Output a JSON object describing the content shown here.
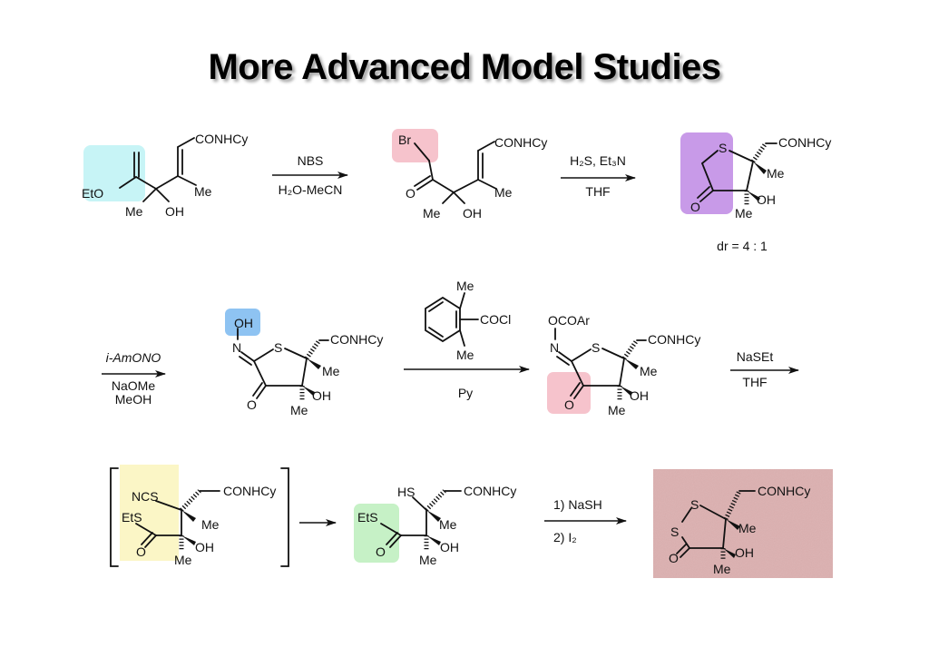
{
  "title": "More Advanced Model Studies",
  "colors": {
    "cyan_highlight": "#c7f4f6",
    "pink_highlight": "#f6c3cc",
    "purple_highlight": "#c89ae8",
    "blue_highlight": "#8ec3f2",
    "yellow_highlight": "#fbf6c6",
    "green_highlight": "#c6f1c6",
    "product_box": "#dcb0b0"
  },
  "row1": {
    "sm": {
      "eto": "EtO",
      "me1": "Me",
      "oh": "OH",
      "me2": "Me",
      "amide": "CONHCy"
    },
    "step1": {
      "above": "NBS",
      "below": "H₂O-MeCN"
    },
    "bromide": {
      "br": "Br",
      "o": "O",
      "me1": "Me",
      "oh": "OH",
      "me2": "Me",
      "amide": "CONHCy"
    },
    "step2": {
      "above": "H₂S, Et₃N",
      "below": "THF"
    },
    "thiolane": {
      "s": "S",
      "amide": "CONHCy",
      "me1": "Me",
      "oh": "OH",
      "me2": "Me",
      "o": "O",
      "dr": "dr = 4 : 1"
    }
  },
  "row2": {
    "step3": {
      "above": "i-AmONO",
      "below1": "NaOMe",
      "below2": "MeOH"
    },
    "oxime": {
      "oh": "OH",
      "n": "N",
      "s": "S",
      "amide": "CONHCy",
      "me1": "Me",
      "oh2": "OH",
      "me2": "Me",
      "o": "O"
    },
    "step4": {
      "me_top": "Me",
      "cocl": "COCl",
      "me_bottom": "Me",
      "below": "Py"
    },
    "ester": {
      "ocoar": "OCOAr",
      "n": "N",
      "s": "S",
      "amide": "CONHCy",
      "me1": "Me",
      "oh": "OH",
      "me2": "Me",
      "o": "O"
    },
    "step5": {
      "above": "NaSEt",
      "below": "THF"
    }
  },
  "row3": {
    "intermediate": {
      "ncs": "NCS",
      "amide": "CONHCy",
      "ets": "EtS",
      "me1": "Me",
      "o": "O",
      "oh": "OH",
      "me2": "Me"
    },
    "thioester": {
      "hs": "HS",
      "amide": "CONHCy",
      "ets": "EtS",
      "me1": "Me",
      "o": "O",
      "oh": "OH",
      "me2": "Me"
    },
    "step6": {
      "above": "1) NaSH",
      "below": "2) I₂"
    },
    "product": {
      "s1": "S",
      "s2": "S",
      "amide": "CONHCy",
      "me1": "Me",
      "o": "O",
      "oh": "OH",
      "me2": "Me"
    }
  }
}
